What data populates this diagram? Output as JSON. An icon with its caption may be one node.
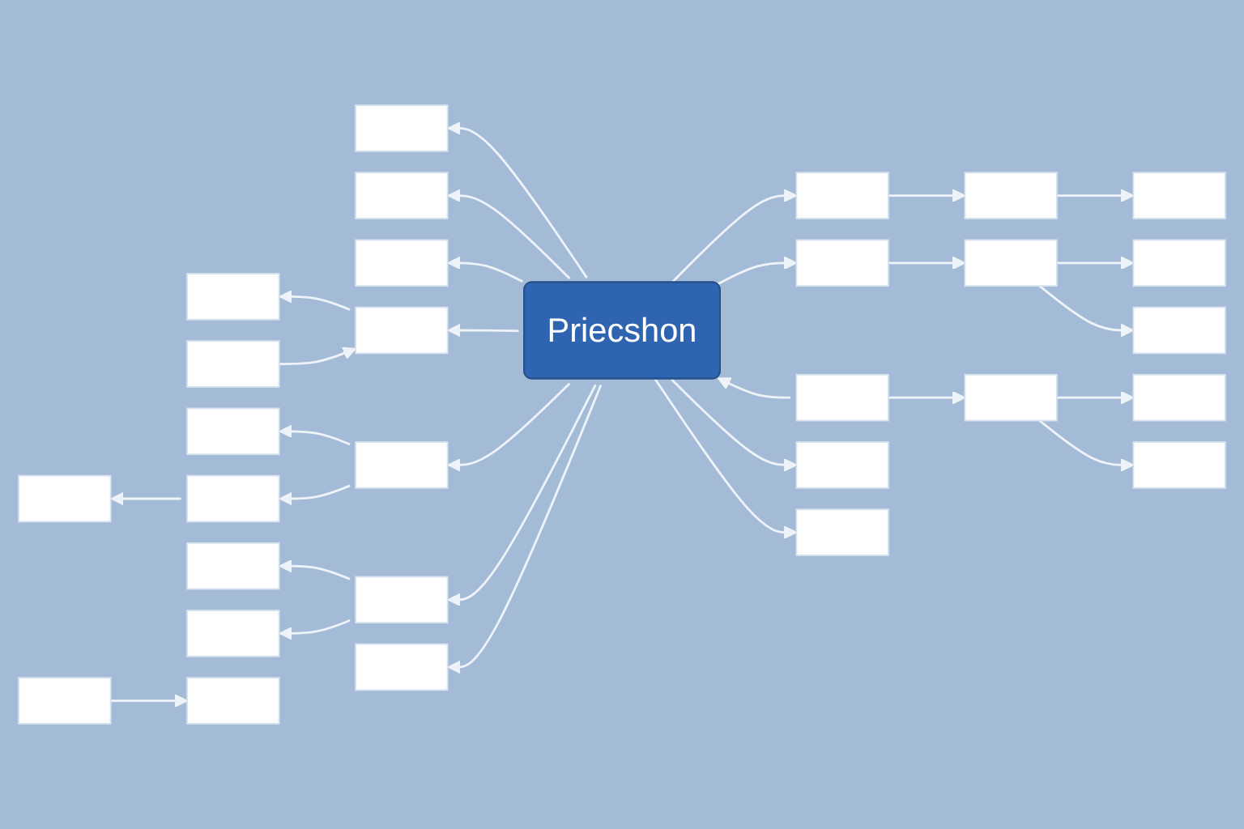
{
  "diagram": {
    "nodes": [
      {
        "text": [
          "Priecshon"
        ]
      },
      {
        "text": [],
        "shape": "box"
      },
      {
        "text": [],
        "shape": "box"
      },
      {
        "text": [],
        "shape": "box"
      },
      {
        "text": [],
        "shape": "box"
      },
      {
        "text": [],
        "shape": "box"
      },
      {
        "text": [],
        "shape": "box"
      },
      {
        "text": [],
        "shape": "box"
      },
      {
        "text": [],
        "shape": "box"
      },
      {
        "text": [],
        "shape": "box"
      },
      {
        "text": [],
        "shape": "box"
      },
      {
        "text": [],
        "shape": "box"
      },
      {
        "text": [],
        "shape": "box"
      },
      {
        "text": [],
        "shape": "box"
      },
      {
        "text": [],
        "shape": "box"
      },
      {
        "text": [],
        "shape": "box"
      },
      {
        "text": [],
        "shape": "box"
      },
      {
        "text": [],
        "shape": "box"
      },
      {
        "text": [],
        "shape": "box"
      },
      {
        "text": [],
        "shape": "box"
      },
      {
        "text": [],
        "shape": "box"
      },
      {
        "text": [],
        "shape": "box"
      },
      {
        "text": [],
        "shape": "box"
      },
      {
        "text": [],
        "shape": "box"
      },
      {
        "text": [],
        "shape": "box"
      },
      {
        "text": [],
        "shape": "box"
      },
      {
        "text": [],
        "shape": "box"
      },
      {
        "text": [],
        "shape": "box"
      },
      {
        "text": [],
        "shape": "box"
      },
      {
        "text": [],
        "shape": "box"
      }
    ],
    "edges": [
      {
        "from": 0,
        "to": 1,
        "arrow": "to"
      },
      {
        "from": 0,
        "to": 2,
        "arrow": "to"
      },
      {
        "from": 0,
        "to": 3,
        "arrow": "to"
      },
      {
        "from": 0,
        "to": 6,
        "arrow": "to"
      },
      {
        "from": 6,
        "to": 4,
        "arrow": "to"
      },
      {
        "from": 5,
        "to": 6,
        "arrow": "to"
      },
      {
        "from": 0,
        "to": 7,
        "arrow": "to"
      },
      {
        "from": 7,
        "to": 8,
        "arrow": "to"
      },
      {
        "from": 7,
        "to": 9,
        "arrow": "to"
      },
      {
        "from": 9,
        "to": 10,
        "arrow": "to"
      },
      {
        "from": 0,
        "to": 11,
        "arrow": "to"
      },
      {
        "from": 11,
        "to": 12,
        "arrow": "to"
      },
      {
        "from": 11,
        "to": 13,
        "arrow": "to"
      },
      {
        "from": 0,
        "to": 14,
        "arrow": "to"
      },
      {
        "from": 0,
        "to": 15,
        "arrow": "to"
      },
      {
        "from": 15,
        "to": 16,
        "arrow": "to"
      },
      {
        "from": 16,
        "to": 17,
        "arrow": "to"
      },
      {
        "from": 0,
        "to": 18,
        "arrow": "to"
      },
      {
        "from": 18,
        "to": 19,
        "arrow": "to"
      },
      {
        "from": 19,
        "to": 20,
        "arrow": "to"
      },
      {
        "from": 19,
        "to": 21,
        "arrow": "to"
      },
      {
        "from": 22,
        "to": 0,
        "arrow": "to"
      },
      {
        "from": 22,
        "to": 23,
        "arrow": "to"
      },
      {
        "from": 23,
        "to": 24,
        "arrow": "to"
      },
      {
        "from": 23,
        "to": 25,
        "arrow": "to"
      },
      {
        "from": 0,
        "to": 26,
        "arrow": "to"
      },
      {
        "from": 0,
        "to": 27,
        "arrow": "to"
      },
      {
        "from": 28,
        "to": 29,
        "arrow": "to"
      }
    ]
  }
}
